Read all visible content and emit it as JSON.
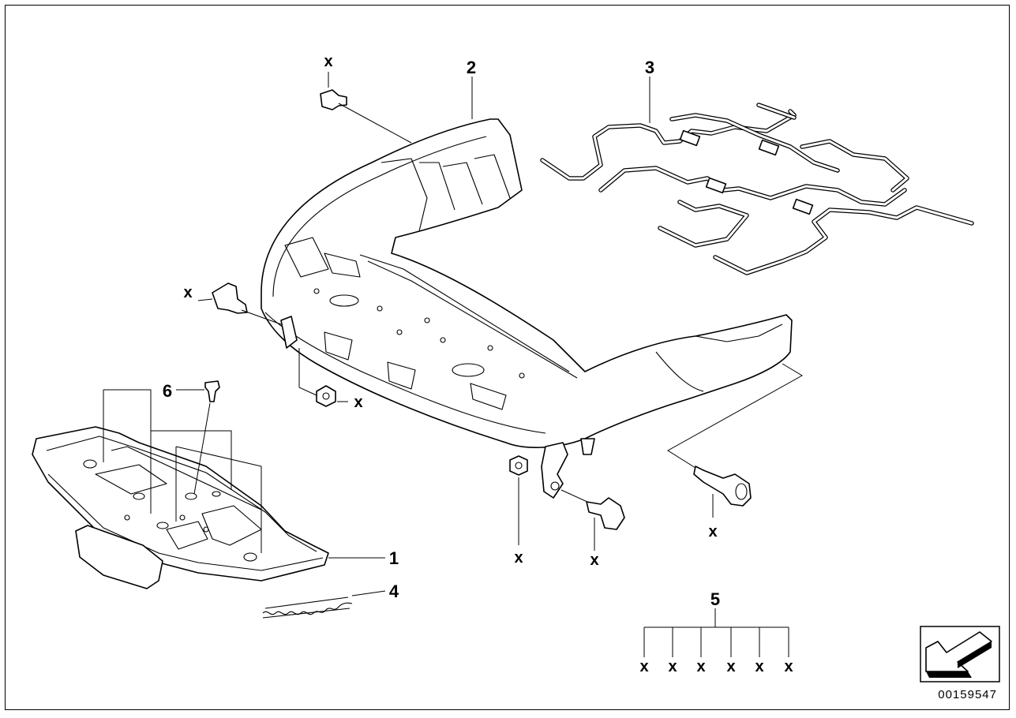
{
  "diagram": {
    "part_number": "00159547",
    "callouts": {
      "c1": "1",
      "c2": "2",
      "c3": "3",
      "c4": "4",
      "c5": "5",
      "c6": "6"
    },
    "x_marks": {
      "x_top": "x",
      "x_left_bolt": "x",
      "x_center_nut": "x",
      "x_lower_nut": "x",
      "x_lower_bolt": "x",
      "x_right_pin": "x",
      "x_set_1": "x",
      "x_set_2": "x",
      "x_set_3": "x",
      "x_set_4": "x",
      "x_set_5": "x",
      "x_set_6": "x"
    },
    "icons": {
      "corner_badge": "arrow-down-left-icon"
    },
    "colors": {
      "line": "#000000",
      "background": "#ffffff"
    }
  }
}
